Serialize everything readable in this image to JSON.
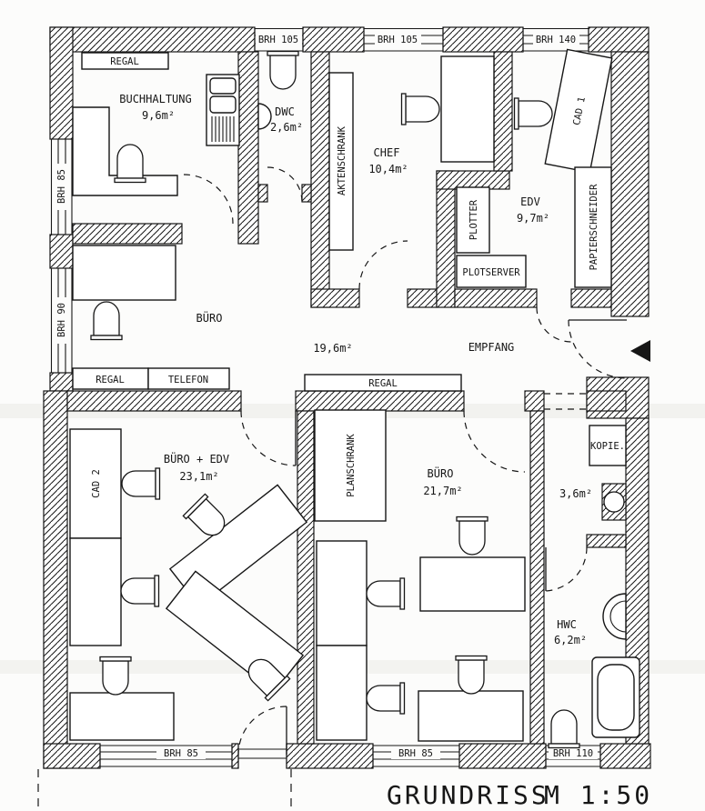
{
  "title": {
    "name": "GRUNDRISS",
    "scale": "M 1:50"
  },
  "rooms": {
    "buchhaltung": {
      "name": "BUCHHALTUNG",
      "area": "9,6m²"
    },
    "dwc": {
      "name": "DWC",
      "area": "2,6m²"
    },
    "chef": {
      "name": "CHEF",
      "area": "10,4m²"
    },
    "edv": {
      "name": "EDV",
      "area": "9,7m²"
    },
    "buero_mitte": {
      "name": "BÜRO",
      "area": "19,6m²"
    },
    "empfang": {
      "name": "EMPFANG"
    },
    "buero_edv": {
      "name": "BÜRO + EDV",
      "area": "23,1m²"
    },
    "buero_sued": {
      "name": "BÜRO",
      "area": "21,7m²"
    },
    "kopie": {
      "name": "KOPIE.",
      "area": "3,6m²"
    },
    "hwc": {
      "name": "HWC",
      "area": "6,2m²"
    }
  },
  "furniture": {
    "regal_nw": "REGAL",
    "aktenschrank": "AKTENSCHRANK",
    "cad1": "CAD 1",
    "plotter": "PLOTTER",
    "plotserver": "PLOTSERVER",
    "papierschneider": "PAPIERSCHNEIDER",
    "regal_west": "REGAL",
    "telefon": "TELEFON",
    "regal_mitte": "REGAL",
    "cad2": "CAD 2",
    "planschrank": "PLANSCHRANK"
  },
  "windows": {
    "top1": "BRH 105",
    "top2": "BRH 105",
    "top3": "BRH 140",
    "left1": "BRH 85",
    "left2": "BRH 90",
    "bottom1": "BRH 85",
    "bottom2": "BRH 85",
    "bottom3": "BRH 110"
  }
}
